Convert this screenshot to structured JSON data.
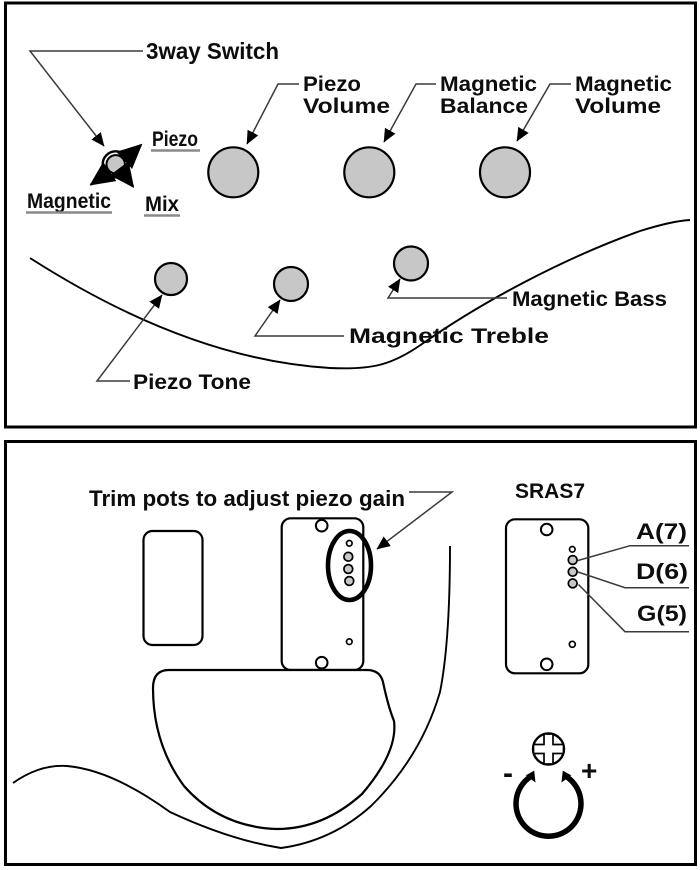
{
  "panel_top": {
    "switch_label": "3way Switch",
    "switch_positions": {
      "up": "Piezo",
      "left": "Magnetic",
      "down": "Mix"
    },
    "knobs": {
      "piezo_volume": {
        "line1": "Piezo",
        "line2": "Volume"
      },
      "magnetic_balance": {
        "line1": "Magnetic",
        "line2": "Balance"
      },
      "magnetic_volume": {
        "line1": "Magnetic",
        "line2": "Volume"
      },
      "magnetic_bass": "Magnetic Bass",
      "magnetic_treble": "Magnetic Treble",
      "piezo_tone": "Piezo Tone"
    }
  },
  "panel_bottom": {
    "trim_note": "Trim pots to adjust piezo gain",
    "pickup_model": "SRAS7",
    "string_labels": [
      "A(7)",
      "D(6)",
      "G(5)"
    ],
    "gain_decrease": "-",
    "gain_increase": "+"
  },
  "colors": {
    "knob_fill": "#c7c7c7",
    "outline": "#000000",
    "underline": "#8a8a8a"
  }
}
